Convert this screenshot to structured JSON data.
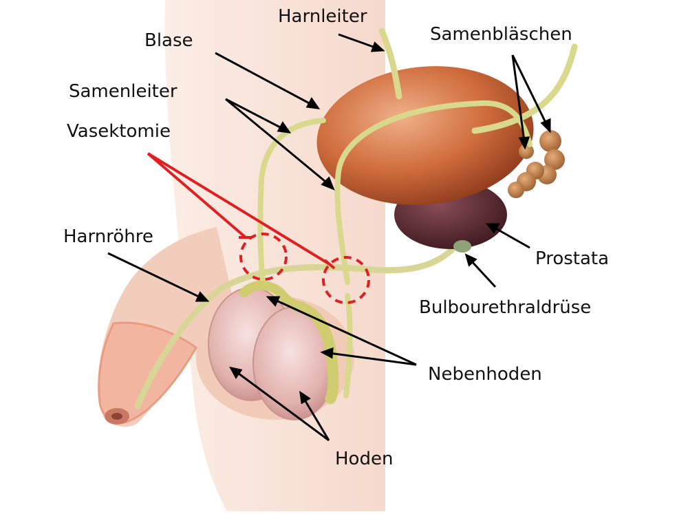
{
  "labels": {
    "harnleiter": "Harnleiter",
    "blase": "Blase",
    "samenblaeschen": "Samenbläschen",
    "samenleiter": "Samenleiter",
    "vasektomie": "Vasektomie",
    "harnroehre": "Harnröhre",
    "prostata": "Prostata",
    "bulbourethraldruese": "Bulbourethraldrüse",
    "nebenhoden": "Nebenhoden",
    "hoden": "Hoden"
  },
  "colors": {
    "skin": "#f6dccd",
    "skin_dark": "#ecc2ad",
    "bladder": "#c9683a",
    "prostate": "#5b2a33",
    "duct": "#d9d98e",
    "testis": "#e6b8b4",
    "epididymis": "#d8d67c",
    "seminal_vesicle": "#c98a55",
    "vasectomy_marker": "#e02020",
    "arrow": "#000000"
  }
}
